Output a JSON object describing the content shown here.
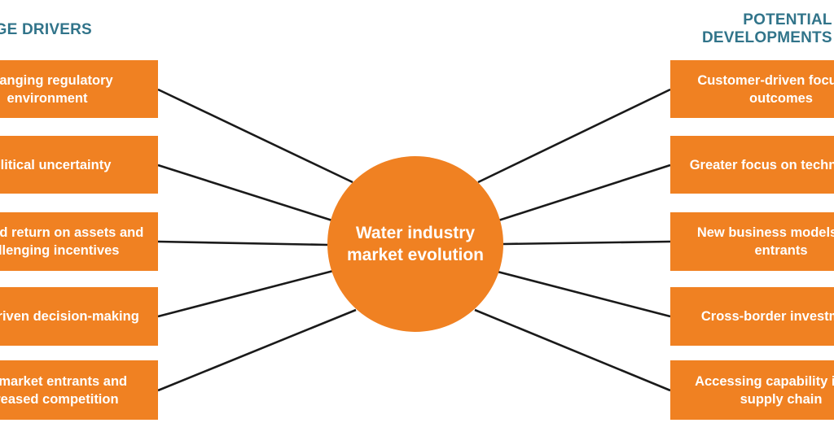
{
  "diagram": {
    "type": "hub-and-spoke",
    "title_center": "Water industry market evolution",
    "headings": {
      "left": "CHANGE DRIVERS",
      "right_line1": "POTENTIAL",
      "right_line2": "DEVELOPMENTS"
    },
    "colors": {
      "node_fill": "#F08122",
      "node_text": "#FFFFFF",
      "heading_text": "#31748A",
      "connector": "#1A1A1A",
      "background": "#FFFFFF"
    },
    "left_nodes": [
      {
        "label": "Changing regulatory environment"
      },
      {
        "label": "Political uncertainty"
      },
      {
        "label": "Reduced return on assets and challenging incentives"
      },
      {
        "label": "Data-driven decision-making"
      },
      {
        "label": "New market entrants and increased competition"
      }
    ],
    "right_nodes": [
      {
        "label": "Customer-driven focus on outcomes"
      },
      {
        "label": "Greater focus on technology"
      },
      {
        "label": "New business models and entrants"
      },
      {
        "label": "Cross-border investment"
      },
      {
        "label": "Accessing capability in the supply chain"
      }
    ]
  }
}
